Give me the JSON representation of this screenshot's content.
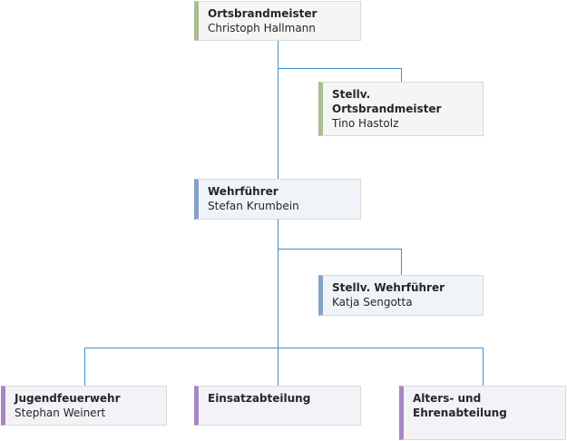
{
  "colors": {
    "connector": "#3d8ed1",
    "leadership_accent": "#a9bd92",
    "wehr_accent": "#85a3c6",
    "department_accent": "#a687c5"
  },
  "nodes": {
    "ortsbrandmeister": {
      "title": "Ortsbrandmeister",
      "person": "Christoph Hallmann"
    },
    "stellv_ortsbrandmeister": {
      "title": "Stellv. Ortsbrandmeister",
      "person": "Tino Hastolz"
    },
    "wehrfuehrer": {
      "title": "Wehrführer",
      "person": "Stefan Krumbein"
    },
    "stellv_wehrfuehrer": {
      "title": "Stellv. Wehrführer",
      "person": "Katja Sengotta"
    },
    "jugendfeuerwehr": {
      "title": "Jugendfeuerwehr",
      "person": "Stephan Weinert"
    },
    "einsatzabteilung": {
      "title": "Einsatzabteilung"
    },
    "alters_ehrenabteilung": {
      "title": "Alters- und Ehrenabteilung"
    }
  }
}
